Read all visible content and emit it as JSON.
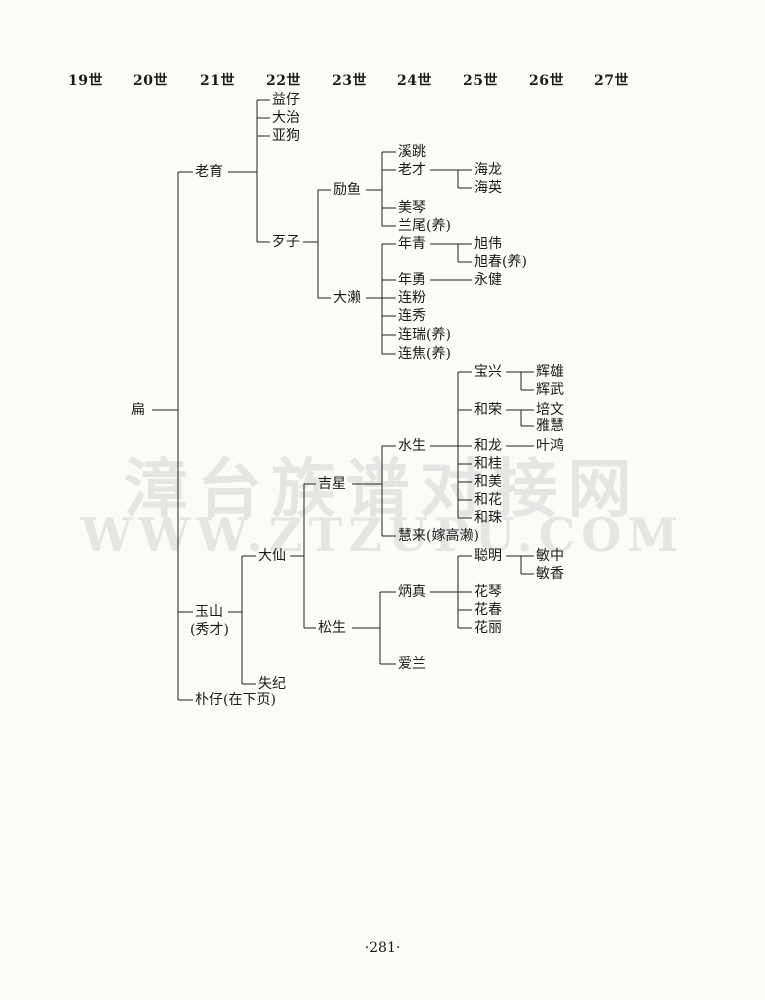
{
  "generations": [
    "19世",
    "20世",
    "21世",
    "22世",
    "23世",
    "24世",
    "25世",
    "26世",
    "27世"
  ],
  "names": {
    "bian": "扁",
    "laoyu": "老育",
    "yizai": "益仔",
    "dazhi": "大治",
    "yagou": "亚狗",
    "daizi": "歹子",
    "liyu": "励鱼",
    "xitiao": "溪跳",
    "laocai": "老才",
    "hailong": "海龙",
    "haiying": "海英",
    "meiqin": "美琴",
    "lanwei": "兰尾(养)",
    "dalai": "大濑",
    "nianqing": "年青",
    "xuwei": "旭伟",
    "xuchun": "旭春(养)",
    "nianyong": "年勇",
    "yongjian": "永健",
    "lianfen": "连粉",
    "lianxiu": "连秀",
    "lianrui": "连瑞(养)",
    "lianjiao": "连焦(养)",
    "yushan": "玉山",
    "xiucai": "(秀才)",
    "daxian": "大仙",
    "jixing": "吉星",
    "shuisheng": "水生",
    "baoxing": "宝兴",
    "huixiong": "辉雄",
    "huiwu": "辉武",
    "herong": "和荣",
    "peiwen": "培文",
    "yahui": "雅慧",
    "helong": "和龙",
    "yehong": "叶鸿",
    "hegui": "和桂",
    "hemei": "和美",
    "hehua": "和花",
    "hezhu": "和珠",
    "huilai": "慧来(嫁高濑)",
    "songsheng": "松生",
    "bingzhen": "炳真",
    "congming": "聪明",
    "minzhong": "敏中",
    "minxiang": "敏香",
    "huaqin": "花琴",
    "huachun": "花春",
    "huali": "花丽",
    "ailan": "爱兰",
    "shiji": "失纪",
    "puzai": "朴仔(在下页)"
  },
  "watermark": {
    "line1": "漳台族谱对接网",
    "line2": "WWW.ZTZUPU.COM"
  },
  "page_number": "·281·"
}
